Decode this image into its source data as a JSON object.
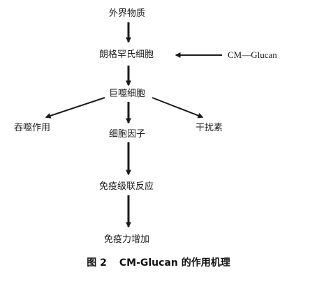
{
  "diagram": {
    "nodes": {
      "external": "外界物质",
      "langerhans": "朗格罕氏细胞",
      "cm_glucan": "CM—Glucan",
      "macrophage": "巨噬细胞",
      "phagocytosis": "吞噬作用",
      "cytokine": "细胞因子",
      "interferon": "干扰素",
      "cascade": "免疫级联反应",
      "immunity": "免疫力增加"
    },
    "edges": [
      {
        "from": "external",
        "to": "langerhans"
      },
      {
        "from": "cm_glucan",
        "to": "langerhans"
      },
      {
        "from": "langerhans",
        "to": "macrophage"
      },
      {
        "from": "macrophage",
        "to": "phagocytosis"
      },
      {
        "from": "macrophage",
        "to": "cytokine"
      },
      {
        "from": "macrophage",
        "to": "interferon"
      },
      {
        "from": "cytokine",
        "to": "cascade"
      },
      {
        "from": "cascade",
        "to": "immunity"
      }
    ],
    "line_color": "#1a1a1a"
  },
  "caption": {
    "label": "图 2",
    "title": "CM-Glucan 的作用机理"
  }
}
